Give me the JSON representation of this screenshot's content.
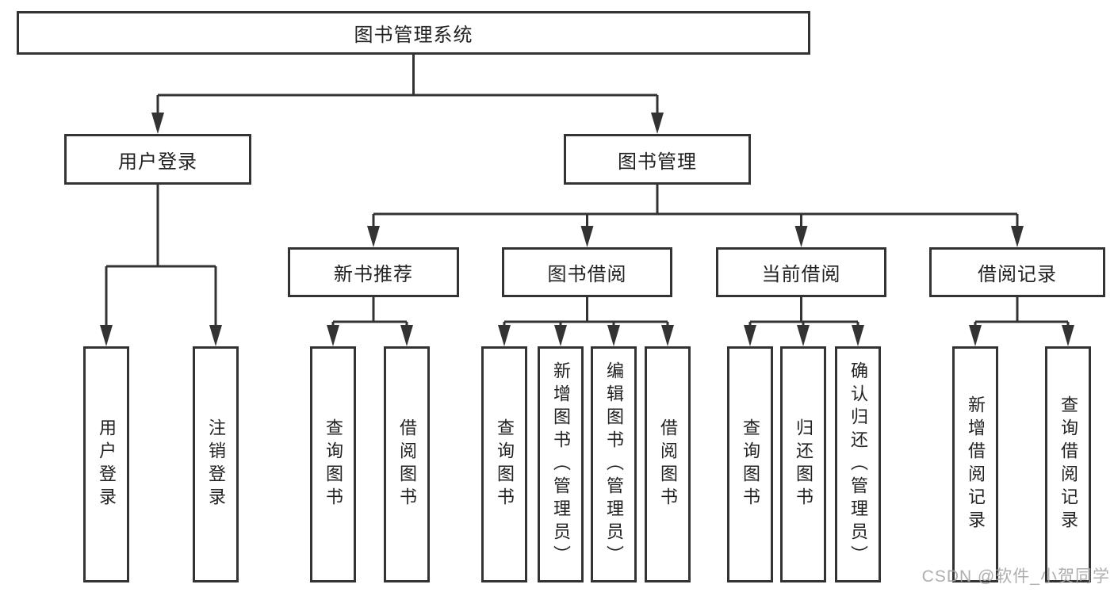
{
  "colors": {
    "background": "#ffffff",
    "box_border": "#333333",
    "connector": "#333333",
    "text": "#222222",
    "watermark": "#a6a6a6"
  },
  "root": {
    "label": "图书管理系统"
  },
  "level2": [
    {
      "label": "用户登录",
      "children": [
        {
          "label": "用户登录"
        },
        {
          "label": "注销登录"
        }
      ]
    },
    {
      "label": "图书管理",
      "children": [
        {
          "label": "新书推荐",
          "children": [
            {
              "label": "查询图书"
            },
            {
              "label": "借阅图书"
            }
          ]
        },
        {
          "label": "图书借阅",
          "children": [
            {
              "label": "查询图书"
            },
            {
              "label": "新增图书（管理员）"
            },
            {
              "label": "编辑图书（管理员）"
            },
            {
              "label": "借阅图书"
            }
          ]
        },
        {
          "label": "当前借阅",
          "children": [
            {
              "label": "查询图书"
            },
            {
              "label": "归还图书"
            },
            {
              "label": "确认归还（管理员）"
            }
          ]
        },
        {
          "label": "借阅记录",
          "children": [
            {
              "label": "新增借阅记录"
            },
            {
              "label": "查询借阅记录"
            }
          ]
        }
      ]
    }
  ],
  "watermark": "CSDN @软件_小贺同学"
}
